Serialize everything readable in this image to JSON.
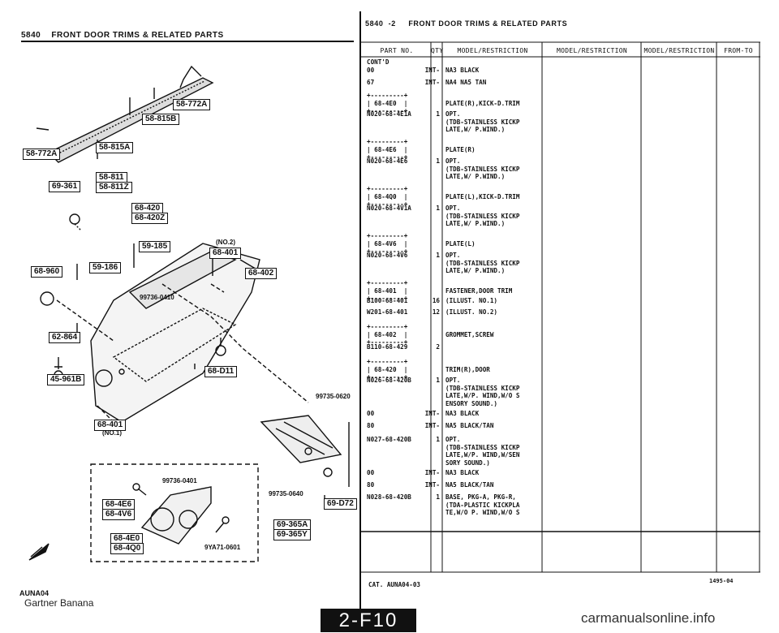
{
  "left_panel": {
    "title": "5840    FRONT DOOR TRIMS & RELATED PARTS",
    "callouts": [
      "58-772A",
      "58-815B",
      "58-772A",
      "58-815A",
      "58-811",
      "58-811Z",
      "69-361",
      "68-420",
      "68-420Z",
      "59-185",
      "68-401",
      "68-960",
      "59-186",
      "68-402",
      "62-864",
      "45-961B",
      "68-D11",
      "68-401",
      "68-4E6",
      "68-4V6",
      "68-4E0",
      "68-4Q0",
      "69-365A",
      "69-365Y",
      "69-D72"
    ],
    "labels": [
      "(NO.2)",
      "99736-0410",
      "99735-0620",
      "(NO.1)",
      "99736-0401",
      "99735-0640",
      "9YA71-0601"
    ]
  },
  "right_panel": {
    "title": "5840  -2     FRONT DOOR TRIMS & RELATED PARTS",
    "headers": [
      "PART NO.",
      "QTY",
      "MODEL/RESTRICTION",
      "MODEL/RESTRICTION",
      "MODEL/RESTRICTION",
      "FROM-TO"
    ],
    "rows": [
      {
        "part": "CONT'D\n00",
        "qty": "\nINT-",
        "model": "\nNA3 BLACK"
      },
      {
        "part": "67",
        "qty": "INT-",
        "model": "NA4 NA5 TAN"
      },
      {
        "part": "+---------+\n| 68-4E0  |\n+---------+",
        "qty": "",
        "model": "\nPLATE(R),KICK-D.TRIM"
      },
      {
        "part": "N020-68-4E1A",
        "qty": "1",
        "model": "OPT.\n(TDB-STAINLESS KICKP\nLATE,W/ P.WIND.)"
      },
      {
        "part": "+---------+\n| 68-4E6  |\n+---------+",
        "qty": "",
        "model": "\nPLATE(R)"
      },
      {
        "part": "N020-68-4E6",
        "qty": "1",
        "model": "OPT.\n(TDB-STAINLESS KICKP\nLATE,W/ P.WIND.)"
      },
      {
        "part": "+---------+\n| 68-4Q0  |\n+---------+",
        "qty": "",
        "model": "\nPLATE(L),KICK-D.TRIM"
      },
      {
        "part": "N020-68-4V1A",
        "qty": "1",
        "model": "OPT.\n(TDB-STAINLESS KICKP\nLATE,W/ P.WIND.)"
      },
      {
        "part": "+---------+\n| 68-4V6  |\n+---------+",
        "qty": "",
        "model": "\nPLATE(L)"
      },
      {
        "part": "N020-68-4V6",
        "qty": "1",
        "model": "OPT.\n(TDB-STAINLESS KICKP\nLATE,W/ P.WIND.)"
      },
      {
        "part": "+---------+\n| 68-401  |\n+---------+",
        "qty": "",
        "model": "\nFASTENER,DOOR TRIM"
      },
      {
        "part": "B100-68-401",
        "qty": "16",
        "model": "(ILLUST. NO.1)"
      },
      {
        "part": "W201-68-401",
        "qty": "12",
        "model": "(ILLUST. NO.2)"
      },
      {
        "part": "+---------+\n| 68-402  |\n+---------+",
        "qty": "",
        "model": "\nGROMMET,SCREW"
      },
      {
        "part": "B110-68-429",
        "qty": "2",
        "model": ""
      },
      {
        "part": "+---------+\n| 68-420  |\n+---------+",
        "qty": "",
        "model": "\nTRIM(R),DOOR"
      },
      {
        "part": "N026-68-420B",
        "qty": "1",
        "model": "OPT.\n(TDB-STAINLESS KICKP\nLATE,W/P. WIND,W/O S\nENSORY SOUND.)"
      },
      {
        "part": "00",
        "qty": "INT-",
        "model": "NA3 BLACK"
      },
      {
        "part": "80",
        "qty": "INT-",
        "model": "NA5 BLACK/TAN"
      },
      {
        "part": "N027-68-420B",
        "qty": "1",
        "model": "OPT.\n(TDB-STAINLESS KICKP\nLATE,W/P. WIND,W/SEN\nSORY SOUND.)"
      },
      {
        "part": "00",
        "qty": "INT-",
        "model": "NA3 BLACK"
      },
      {
        "part": "80",
        "qty": "INT-",
        "model": "NA5 BLACK/TAN"
      },
      {
        "part": "N028-68-420B",
        "qty": "1",
        "model": "BASE, PKG-A, PKG-R,\n(TDA-PLASTIC KICKPLA\nTE,W/O P. WIND,W/O S"
      }
    ],
    "footer_left": "CAT. AUNA04-03",
    "footer_right": "1495-04"
  },
  "bottom": {
    "code": "AUNA04",
    "name": "Gartner Banana",
    "page_tab": "2-F10",
    "watermark": "carmanualsonline.info"
  }
}
